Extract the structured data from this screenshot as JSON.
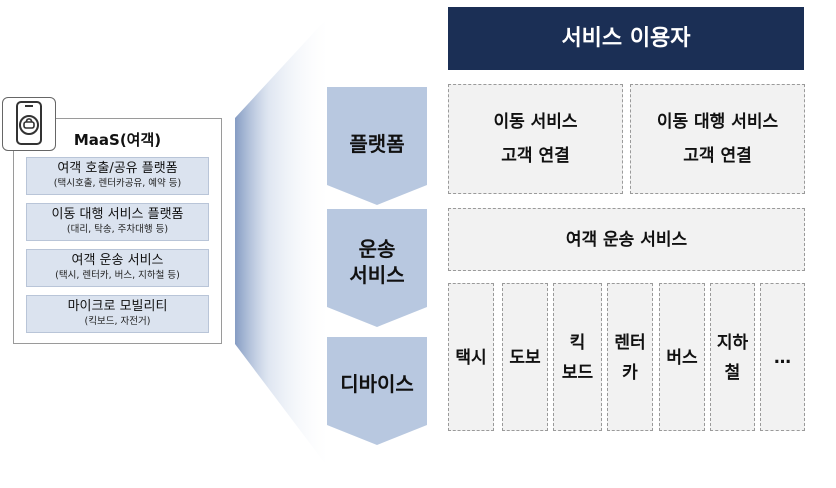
{
  "maas_card": {
    "title": "MaaS(여객)",
    "items": [
      {
        "main": "여객 호출/공유 플랫폼",
        "sub": "(택시호출, 렌터카공유, 예약 등)"
      },
      {
        "main": "이동 대행 서비스 플랫폼",
        "sub": "(대리, 탁송, 주차대행 등)"
      },
      {
        "main": "여객 운송 서비스",
        "sub": "(택시, 렌터카, 버스, 지하철 등)"
      },
      {
        "main": "마이크로 모빌리티",
        "sub": "(킥보드, 자전거)"
      }
    ]
  },
  "layers": [
    {
      "label_lines": [
        "플랫폼"
      ]
    },
    {
      "label_lines": [
        "운송",
        "서비스"
      ]
    },
    {
      "label_lines": [
        "디바이스"
      ]
    }
  ],
  "header": "서비스 이용자",
  "platform_boxes": [
    {
      "lines": [
        "이동 서비스",
        "고객 연결"
      ]
    },
    {
      "lines": [
        "이동 대행 서비스",
        "고객 연결"
      ]
    }
  ],
  "transport_box": "여객 운송 서비스",
  "devices": [
    {
      "lines": [
        "택시"
      ]
    },
    {
      "lines": [
        "도보"
      ]
    },
    {
      "lines": [
        "킥",
        "보드"
      ]
    },
    {
      "lines": [
        "렌터",
        "카"
      ]
    },
    {
      "lines": [
        "버스"
      ]
    },
    {
      "lines": [
        "지하",
        "철"
      ]
    },
    {
      "lines": [
        "…"
      ]
    }
  ],
  "colors": {
    "header_bg": "#1b2f55",
    "chevron": "#b8c8e0",
    "item_bg": "#dbe3ef",
    "box_bg": "#f2f2f2"
  }
}
